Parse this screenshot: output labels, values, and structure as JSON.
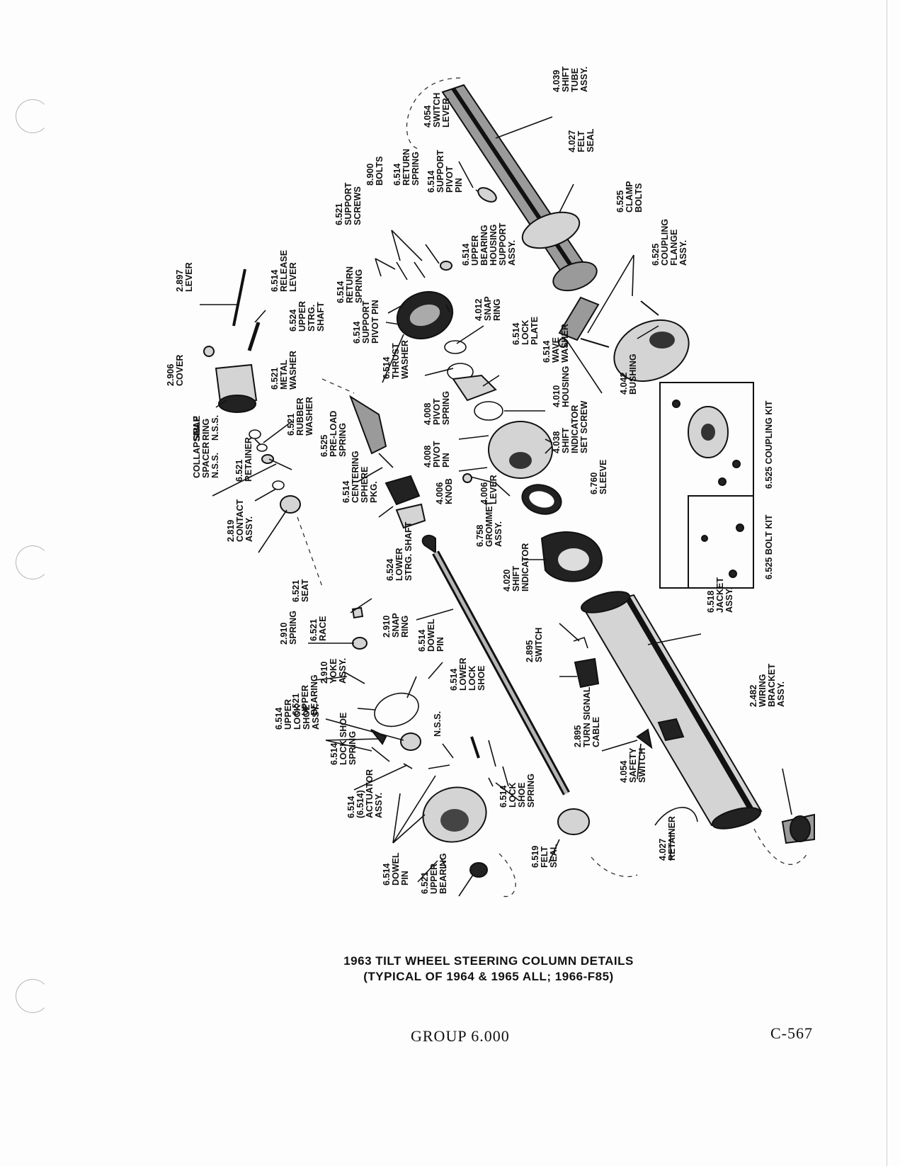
{
  "caption": {
    "line1": "1963 TILT WHEEL STEERING COLUMN DETAILS",
    "line2": "(TYPICAL OF 1964 & 1965 ALL; 1966-F85)"
  },
  "footer": {
    "group": "GROUP 6.000",
    "page_number": "C-567"
  },
  "labels": {
    "shift_tube": [
      "4.039",
      "SHIFT",
      "TUBE",
      "ASSY."
    ],
    "felt_seal_upper": [
      "4.027",
      "FELT",
      "SEAL"
    ],
    "switch_lever": [
      "4.054",
      "SWITCH",
      "LEVER"
    ],
    "clamp_bolts": [
      "6.525",
      "CLAMP",
      "BOLTS"
    ],
    "coupling_flange": [
      "6.525",
      "COUPLING",
      "FLANGE",
      "ASSY."
    ],
    "bolts": [
      "8.900",
      "BOLTS"
    ],
    "return_spring_top": [
      "6.514",
      "RETURN",
      "SPRING"
    ],
    "support_pivot_pin_top": [
      "6.514",
      "SUPPORT",
      "PIVOT",
      "PIN"
    ],
    "support_screws": [
      "6.521",
      "SUPPORT",
      "SCREWS"
    ],
    "upper_bearing_housing": [
      "6.514",
      "UPPER",
      "BEARING",
      "HOUSING",
      "SUPPORT",
      "ASSY."
    ],
    "return_spring_mid": [
      "6.514",
      "RETURN",
      "SPRING"
    ],
    "snap_ring_4012": [
      "4.012",
      "SNAP",
      "RING"
    ],
    "lever_2897": [
      "2.897",
      "LEVER"
    ],
    "release_lever": [
      "6.514",
      "RELEASE",
      "LEVER"
    ],
    "upper_strg_shaft": [
      "6.524",
      "UPPER",
      "STRG.",
      "SHAFT"
    ],
    "support_pivot_pin_mid": [
      "6.514",
      "SUPPORT",
      "PIVOT PIN"
    ],
    "thrust_washer": [
      "6.514",
      "THRUST",
      "WASHER"
    ],
    "lock_plate": [
      "6.514",
      "LOCK",
      "PLATE"
    ],
    "wave_washer": [
      "6.514",
      "WAVE",
      "WASHER"
    ],
    "bushing": [
      "4.042",
      "BUSHING"
    ],
    "cover": [
      "2.906",
      "COVER"
    ],
    "metal_washer": [
      "6.521",
      "METAL",
      "WASHER"
    ],
    "snap_ring_nss": [
      "SNAP",
      "RING",
      "N.S.S."
    ],
    "rubber_washer": [
      "6.521",
      "RUBBER",
      "WASHER"
    ],
    "collapsible_spacer": [
      "COLLAPSIBLE",
      "SPACER",
      "N.S.S."
    ],
    "retainer_6521": [
      "6.521",
      "RETAINER"
    ],
    "pre_load_spring": [
      "6.525",
      "PRE-LOAD",
      "SPRING"
    ],
    "pivot_spring": [
      "4.008",
      "PIVOT",
      "SPRING"
    ],
    "pivot_pin": [
      "4.008",
      "PIVOT",
      "PIN"
    ],
    "housing": [
      "4.010",
      "HOUSING"
    ],
    "shift_indicator_set_screw": [
      "4.038",
      "SHIFT",
      "INDICATOR",
      "SET SCREW"
    ],
    "contact_assy": [
      "2.819",
      "CONTACT",
      "ASSY."
    ],
    "centering_sphere": [
      "6.514",
      "CENTERING",
      "SPHERE",
      "PKG."
    ],
    "knob": [
      "4.006",
      "KNOB"
    ],
    "lever_4006": [
      "4.006",
      "LEVER"
    ],
    "sleeve": [
      "6.760",
      "SLEEVE"
    ],
    "grommet": [
      "6.758",
      "GROMMET",
      "ASSY."
    ],
    "coupling_kit": [
      "6.525 COUPLING KIT"
    ],
    "bolt_kit": [
      "6.525 BOLT KIT"
    ],
    "seat": [
      "6.521",
      "SEAT"
    ],
    "lower_strg_shaft": [
      "6.524",
      "LOWER",
      "STRG. SHAFT"
    ],
    "shift_indicator": [
      "4.020",
      "SHIFT",
      "INDICATOR"
    ],
    "jacket": [
      "6.518",
      "JACKET",
      "ASSY."
    ],
    "spring_2910": [
      "2.910",
      "SPRING"
    ],
    "race": [
      "6.521",
      "RACE"
    ],
    "snap_ring_2910": [
      "2.910",
      "SNAP",
      "RING"
    ],
    "dowel_pin_upper": [
      "6.514",
      "DOWEL",
      "PIN"
    ],
    "switch_2895": [
      "2.895",
      "SWITCH"
    ],
    "yoke": [
      "2.910",
      "YOKE",
      "ASSY."
    ],
    "upper_bearing_left": [
      "6.521",
      "UPPER",
      "BEARING"
    ],
    "upper_lock_shoe": [
      "6.514",
      "UPPER",
      "LOCK",
      "SHOE",
      "ASSY."
    ],
    "lower_lock_shoe": [
      "6.514",
      "LOWER",
      "LOCK",
      "SHOE"
    ],
    "nss": [
      "N.S.S."
    ],
    "turn_signal_cable": [
      "2.895",
      "TURN SIGNAL",
      "CABLE"
    ],
    "wiring_bracket": [
      "2.482",
      "WIRING",
      "BRACKET",
      "ASSY."
    ],
    "lock_shoe_spring_left": [
      "6.514",
      "LOCK SHOE",
      "SPRING"
    ],
    "safety_switch": [
      "4.054",
      "SAFETY",
      "SWITCH"
    ],
    "actuator": [
      "6.514",
      "(6.514)",
      "ACTUATOR",
      "ASSY."
    ],
    "lock_shoe_spring_right": [
      "6.514",
      "LOCK",
      "SHOE",
      "SPRING"
    ],
    "felt_seal_lower": [
      "6.519",
      "FELT",
      "SEAL"
    ],
    "retainer_4027": [
      "4.027",
      "RETAINER"
    ],
    "dowel_pin_lower": [
      "6.514",
      "DOWEL",
      "PIN"
    ],
    "upper_bearing_bottom": [
      "6.521",
      "UPPER",
      "BEARING"
    ]
  }
}
